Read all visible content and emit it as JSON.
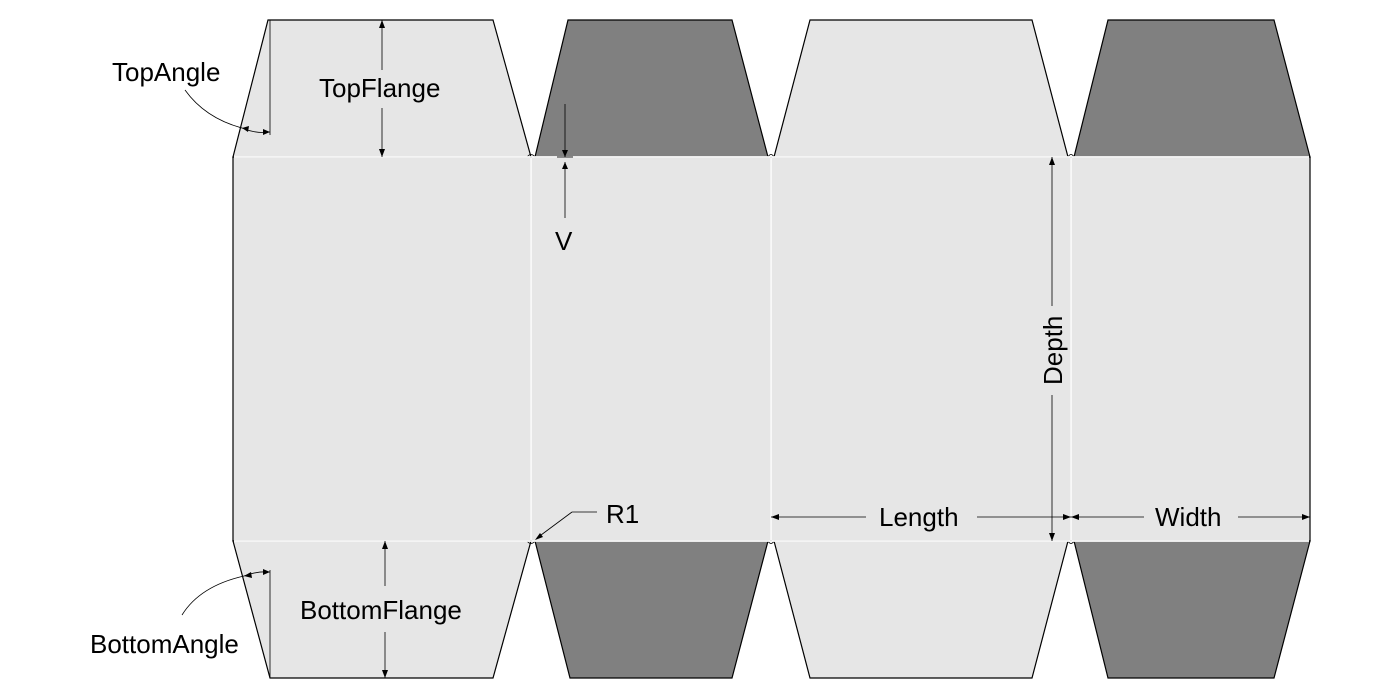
{
  "labels": {
    "top_angle": "TopAngle",
    "top_flange": "TopFlange",
    "v": "V",
    "depth": "Depth",
    "r1": "R1",
    "length": "Length",
    "width": "Width",
    "bottom_angle": "BottomAngle",
    "bottom_flange": "BottomFlange"
  },
  "colors": {
    "panel_fill": "#e6e6e6",
    "dark_flap_fill": "#808080",
    "outline": "#000000",
    "fold_line": "#ffffff"
  }
}
